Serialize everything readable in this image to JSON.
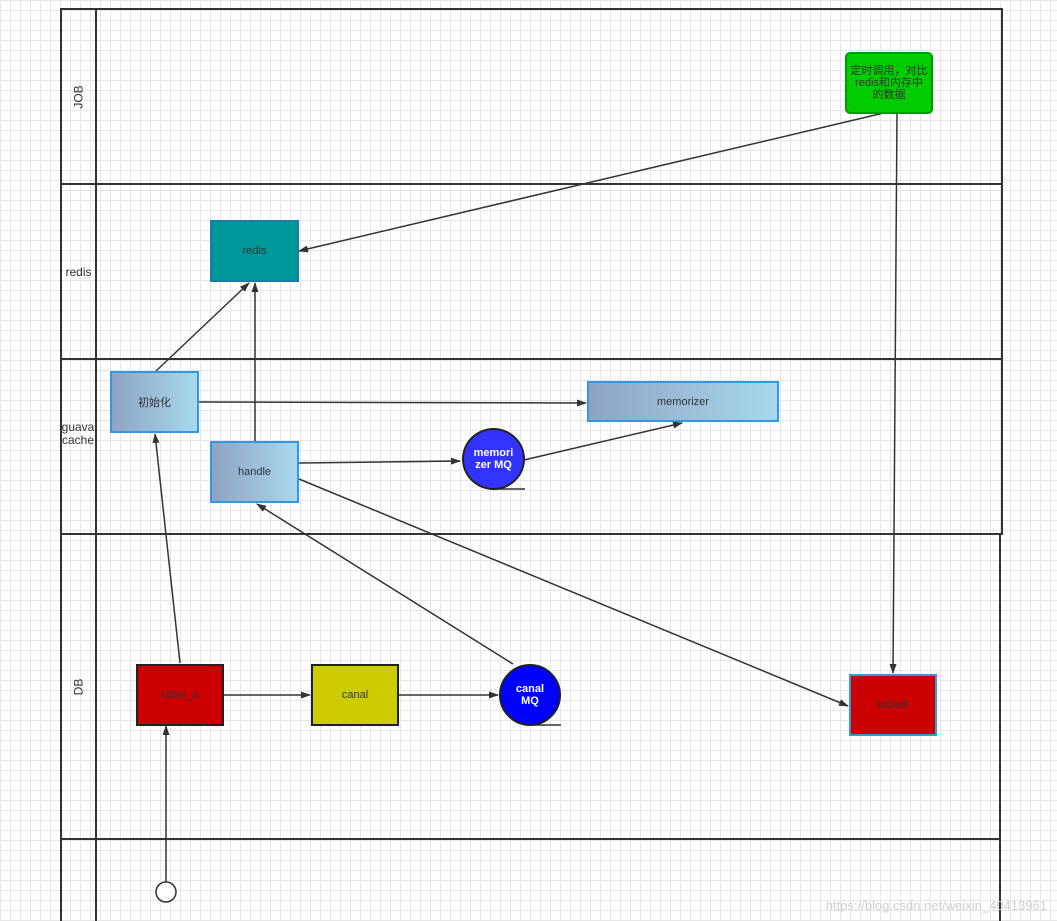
{
  "lanes": [
    {
      "id": "job",
      "label": "JOB"
    },
    {
      "id": "redis",
      "label": "redis"
    },
    {
      "id": "guava",
      "label": "guava cache"
    },
    {
      "id": "db",
      "label": "DB"
    }
  ],
  "nodes": {
    "job_task": {
      "label": "定时调用，对比redis和内存中的数据",
      "fill": "#00cc00",
      "stroke": "#009900"
    },
    "redis": {
      "label": "redis",
      "fill": "#009999",
      "stroke": "#1a7aa8"
    },
    "init": {
      "label": "初始化",
      "fill_from": "#8fa3c4",
      "fill_to": "#a8d8ee",
      "stroke": "#3399dd"
    },
    "memorizer": {
      "label": "memorizer",
      "fill_from": "#8fa3c4",
      "fill_to": "#a8d8ee",
      "stroke": "#3399dd"
    },
    "handle": {
      "label": "handle",
      "fill_from": "#8fa3c4",
      "fill_to": "#a8d8ee",
      "stroke": "#3399dd"
    },
    "memorizer_mq": {
      "label": "memori zer MQ",
      "fill": "#3333ff",
      "stroke": "#222222"
    },
    "table_a": {
      "label": "table_a",
      "fill": "#cc0000",
      "stroke": "#222222"
    },
    "canal": {
      "label": "canal",
      "fill": "#cccc00",
      "stroke": "#222222"
    },
    "canal_mq": {
      "label": "canal MQ",
      "fill": "#0000ff",
      "stroke": "#222222"
    },
    "table_b": {
      "label": "tableB",
      "fill": "#cc0000",
      "stroke": "#3399dd"
    }
  },
  "watermark": "https://blog.csdn.net/weixin_40413961"
}
